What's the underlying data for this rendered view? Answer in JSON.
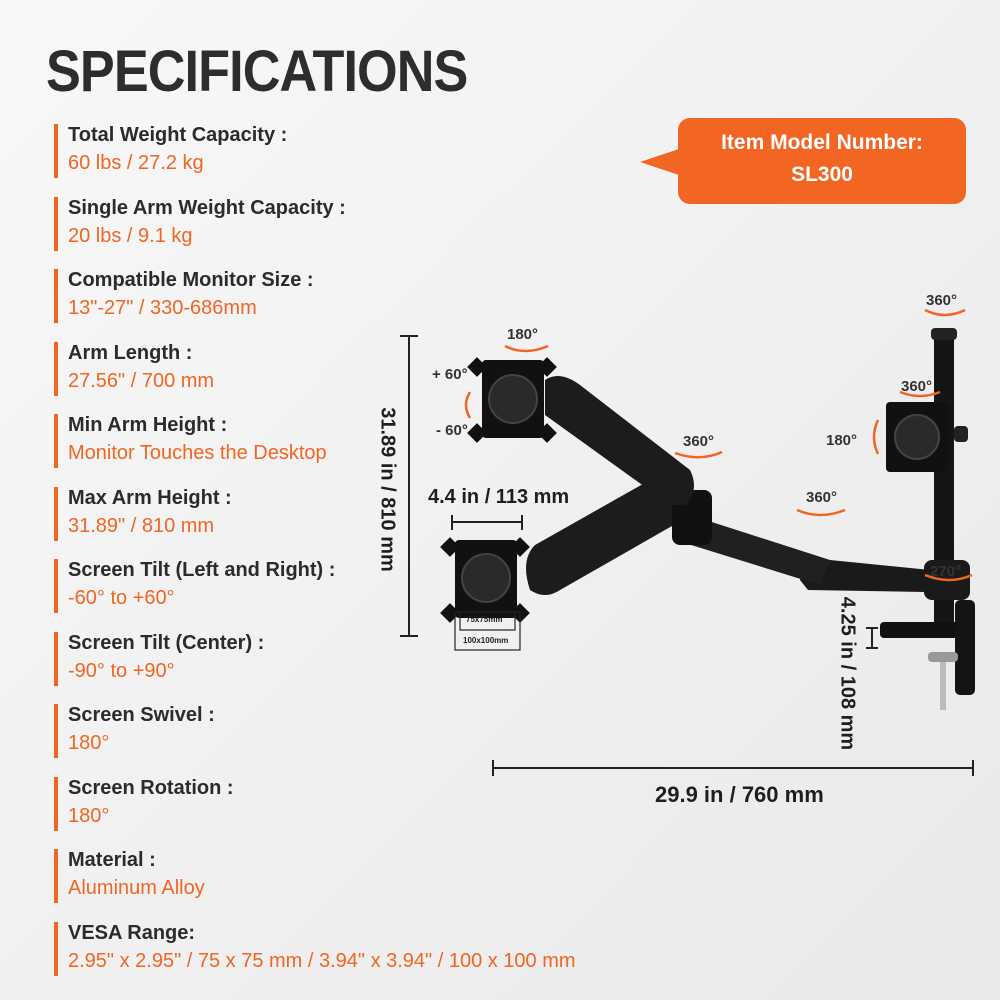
{
  "page": {
    "title": "SPECIFICATIONS"
  },
  "badge": {
    "line1": "Item Model Number:",
    "line2": "SL300"
  },
  "specs": [
    {
      "label": "Total Weight Capacity :",
      "value": "60 lbs / 27.2 kg"
    },
    {
      "label": "Single Arm Weight Capacity :",
      "value": "20 lbs / 9.1 kg"
    },
    {
      "label": "Compatible Monitor Size :",
      "value": "13\"-27\" / 330-686mm"
    },
    {
      "label": "Arm Length :",
      "value": "27.56\" / 700 mm"
    },
    {
      "label": "Min Arm Height :",
      "value": "Monitor Touches the Desktop"
    },
    {
      "label": "Max Arm Height :",
      "value": "31.89\" / 810 mm"
    },
    {
      "label": "Screen Tilt (Left and Right) :",
      "value": "-60° to +60°"
    },
    {
      "label": "Screen Tilt (Center) :",
      "value": "-90° to +90°"
    },
    {
      "label": "Screen Swivel :",
      "value": "180°"
    },
    {
      "label": "Screen Rotation :",
      "value": "180°"
    },
    {
      "label": "Material :",
      "value": "Aluminum Alloy"
    },
    {
      "label": "VESA Range:",
      "value": "2.95\" x 2.95\" / 75 x 75 mm / 3.94\" x 3.94\" / 100 x 100 mm"
    }
  ],
  "diagram": {
    "height_dim": "31.89 in / 810 mm",
    "plate_width_dim": "4.4 in / 113 mm",
    "clamp_dim": "4.25 in / 108 mm",
    "width_dim": "29.9 in / 760 mm",
    "vesa_small": "75x75mm",
    "vesa_large": "100x100mm",
    "rotations": {
      "top_plate": "180°",
      "tilt_up": "+ 60°",
      "tilt_down": "- 60°",
      "arm_joint1": "360°",
      "arm_joint2": "360°",
      "pole_top": "360°",
      "side_plate_top": "360°",
      "side_plate_left": "180°",
      "base": "270°"
    }
  }
}
